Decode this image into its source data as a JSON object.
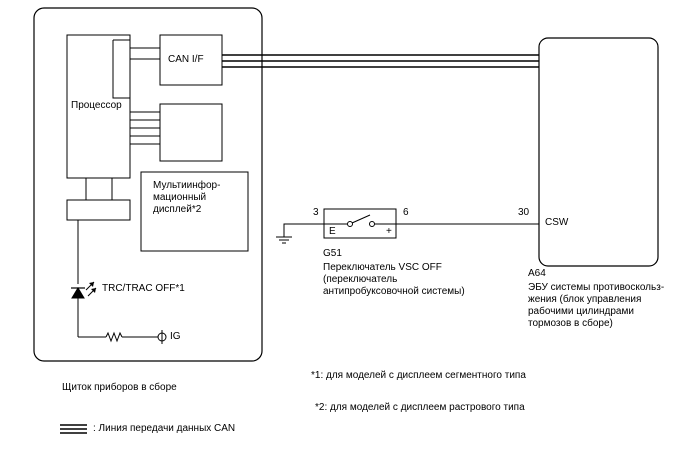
{
  "combination_meter": {
    "processor_label": "Процессор",
    "can_if_label": "CAN I/F",
    "display_label": "Мультиинфор-\nмационный\nдисплей*2",
    "indicator_label": "TRC/TRAC OFF*1",
    "ig_label": "IG",
    "caption": "Щиток приборов в сборе"
  },
  "switch": {
    "pin_left": "3",
    "pin_right": "6",
    "term_left": "E",
    "term_right": "+",
    "code": "G51",
    "caption": "Переключатель VSC OFF\n(переключатель\nантипробуксовочной системы)"
  },
  "ecu": {
    "pin": "30",
    "terminal": "CSW",
    "code": "A64",
    "caption": "ЭБУ системы противоскольз-\nжения (блок управления\nрабочими цилиндрами\nтормозов в сборе)"
  },
  "notes": {
    "note1": "*1: для моделей с дисплеем сегментного типа",
    "note2": "*2: для моделей с дисплеем растрового типа"
  },
  "legend": {
    "can_line": ": Линия передачи данных CAN"
  }
}
